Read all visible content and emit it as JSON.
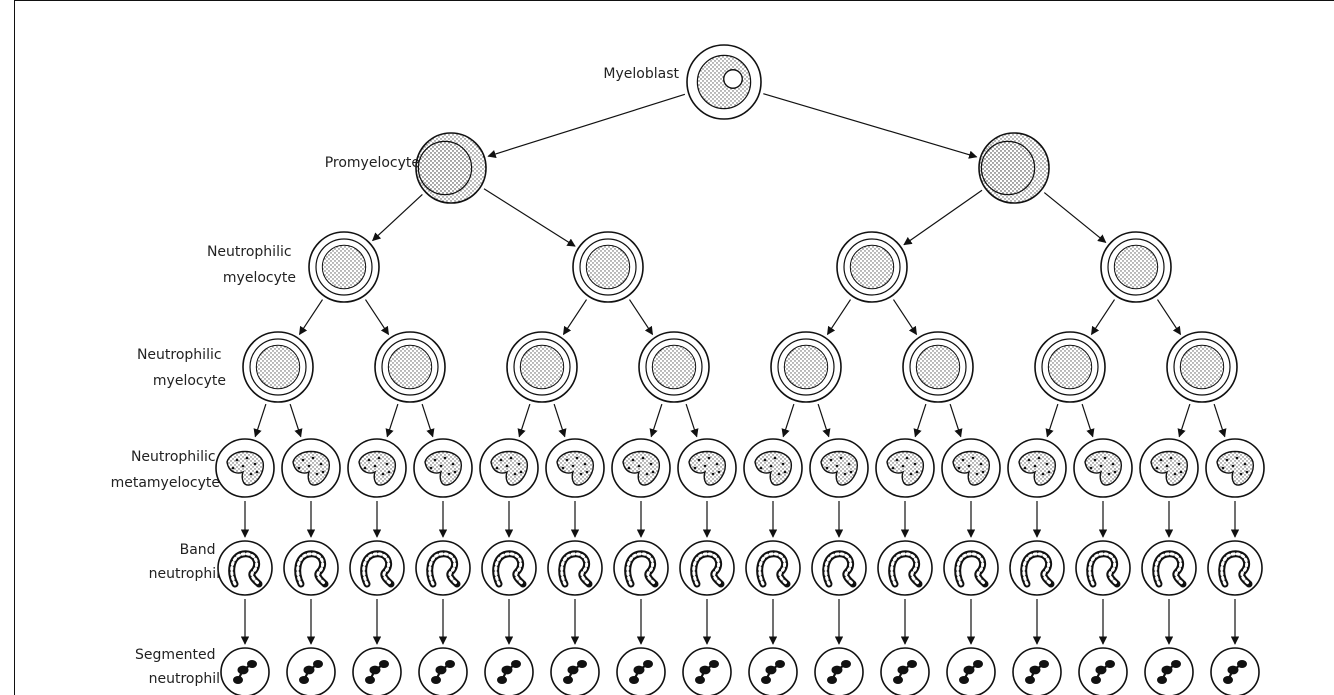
{
  "diagram": {
    "labels": {
      "myeloblast": [
        "Myeloblast"
      ],
      "promyelocyte": [
        "Promyelocyte"
      ],
      "myelocyte_a": [
        "Neutrophilic",
        "myelocyte"
      ],
      "myelocyte_b": [
        "Neutrophilic",
        "myelocyte"
      ],
      "metamyelocyte": [
        "Neutrophilic",
        "metamyelocyte"
      ],
      "band": [
        "Band",
        "neutrophil"
      ],
      "segmented": [
        "Segmented",
        "neutrophil"
      ]
    },
    "colors": {
      "stroke": "#111111",
      "dots": "#555555",
      "background": "#ffffff",
      "text": "#222222"
    },
    "tree": {
      "myeloblast_count": 1,
      "promyelocyte_count": 2,
      "myelocyte_a_count": 4,
      "myelocyte_b_count": 8,
      "metamyelocyte_count": 16,
      "band_count": 16,
      "segmented_count": 16
    }
  }
}
